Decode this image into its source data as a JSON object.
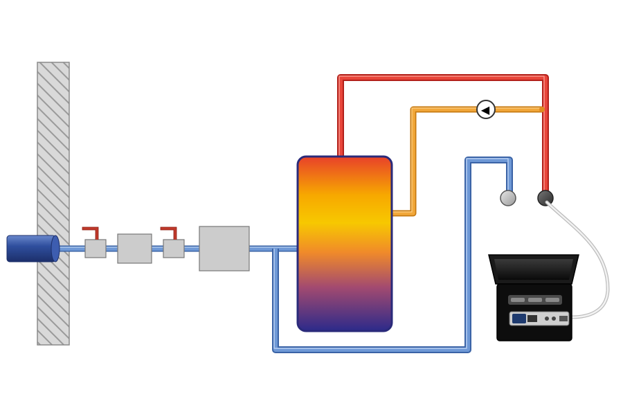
{
  "diagram": {
    "colors": {
      "background": "#ffffff",
      "wall_fill": "#d9d9d9",
      "wall_hatch": "#9a9a9a",
      "cold_pipe": "#5b86c8",
      "cold_pipe_dark": "#3a63a6",
      "cold_pipe_light": "#a9c4ea",
      "hot_pipe": "#e03a2f",
      "hot_pipe_dark": "#b3201a",
      "circulation_pipe": "#f0a030",
      "circulation_pipe_dark": "#c77a10",
      "component_gray": "#cccccc",
      "component_border": "#777777",
      "valve_handle": "#c0392b",
      "tank_top": "#f7c400",
      "tank_bottom": "#2c2a8a",
      "tank_border": "#2a2a7a",
      "meter_body": "#2f4f9e",
      "case": "#111111",
      "cable": "#dddddd"
    },
    "components": {
      "wall": {
        "icon": "hatched-wall"
      },
      "mains_pipe": {
        "icon": "blue-cylinder"
      },
      "shutoff_valve_1": {
        "icon": "valve-icon"
      },
      "filter": {
        "icon": "gray-box"
      },
      "shutoff_valve_2": {
        "icon": "valve-icon"
      },
      "pressure_reducer": {
        "icon": "gray-box"
      },
      "storage_tank": {
        "icon": "gradient-tank"
      },
      "circulation_pump": {
        "icon": "pump-arrow-icon",
        "glyph": "◀"
      },
      "cold_tap_port": {
        "icon": "gray-circle"
      },
      "hot_tap_port": {
        "icon": "dark-circle"
      },
      "measuring_instrument_case": {
        "icon": "instrument-case-icon"
      }
    }
  }
}
